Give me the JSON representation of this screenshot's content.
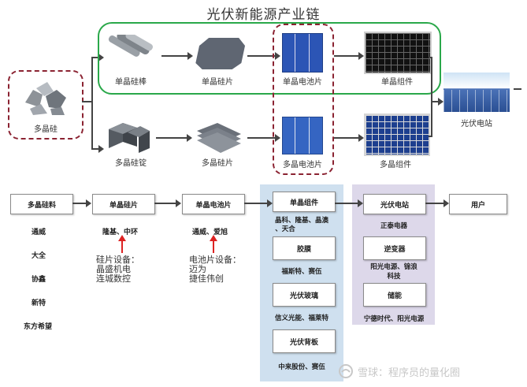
{
  "title": "光伏新能源产业链",
  "top": {
    "polysilicon": "多晶硅",
    "mono_rod": "单晶硅棒",
    "mono_wafer": "单晶硅片",
    "mono_cell": "单晶电池片",
    "mono_module": "单晶组件",
    "poly_ingot": "多晶硅锭",
    "poly_wafer": "多晶硅片",
    "poly_cell": "多晶电池片",
    "poly_module": "多晶组件",
    "pv_station": "光伏电站"
  },
  "flow": {
    "stage1": {
      "label": "多晶硅料",
      "companies": [
        "通威",
        "大全",
        "协鑫",
        "新特",
        "东方希望"
      ]
    },
    "stage2": {
      "label": "单晶硅片",
      "companies": "隆基、中环",
      "equip_title": "硅片设备：",
      "equip_1": "晶盛机电",
      "equip_2": "连城数控"
    },
    "stage3": {
      "label": "单晶电池片",
      "companies": "通威、爱旭",
      "equip_title": "电池片设备：",
      "equip_1": "迈为",
      "equip_2": "捷佳伟创"
    },
    "stage4": {
      "label": "单晶组件",
      "companies_line1": "晶科、隆基、晶澳",
      "companies_line2": "、天合",
      "film": "胶膜",
      "film_co": "福斯特、赛伍",
      "glass": "光伏玻璃",
      "glass_co": "信义光能、福莱特",
      "backsheet": "光伏背板",
      "backsheet_co": "中来股份、赛伍"
    },
    "stage5": {
      "label": "光伏电站",
      "station_co": "正泰电器",
      "inverter": "逆变器",
      "inverter_co_1": "阳光电源、锦浪",
      "inverter_co_2": "科技",
      "storage": "储能",
      "storage_co": "宁德时代、阳光电源"
    },
    "stage6": {
      "label": "用户"
    }
  },
  "watermark": "雪球：程序员的量化圈"
}
